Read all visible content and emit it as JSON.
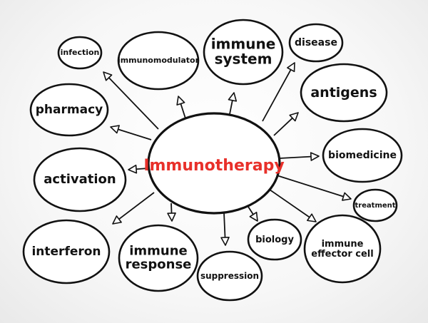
{
  "center": {
    "label": "Immunotherapy",
    "color": "#e8302a"
  },
  "ink_color": "#111111",
  "nodes": [
    {
      "id": "infection",
      "label": "infection"
    },
    {
      "id": "immunomodulator",
      "label": "immunomodulator"
    },
    {
      "id": "immune-system",
      "label": "immune system"
    },
    {
      "id": "disease",
      "label": "disease"
    },
    {
      "id": "pharmacy",
      "label": "pharmacy"
    },
    {
      "id": "antigens",
      "label": "antigens"
    },
    {
      "id": "biomedicine",
      "label": "biomedicine"
    },
    {
      "id": "activation",
      "label": "activation"
    },
    {
      "id": "treatment",
      "label": "treatment"
    },
    {
      "id": "interferon",
      "label": "interferon"
    },
    {
      "id": "immune-response",
      "label": "immune response"
    },
    {
      "id": "suppression",
      "label": "suppression"
    },
    {
      "id": "biology",
      "label": "biology"
    },
    {
      "id": "immune-effector-cell",
      "label": "immune effector cell"
    }
  ]
}
